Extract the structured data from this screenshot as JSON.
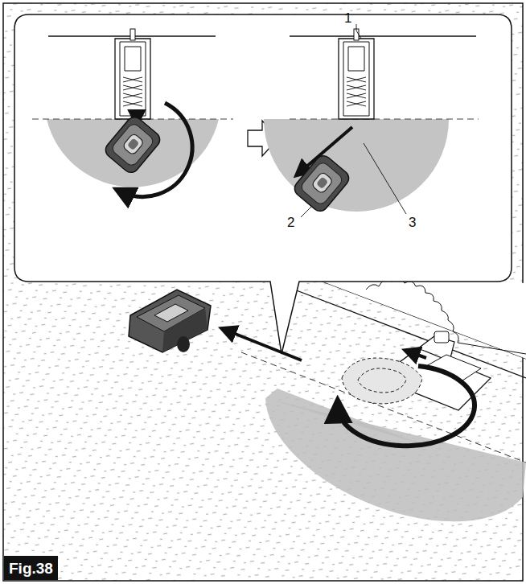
{
  "diagram": {
    "caption": "Fig.38",
    "labels": [
      "1",
      "2",
      "3"
    ]
  }
}
